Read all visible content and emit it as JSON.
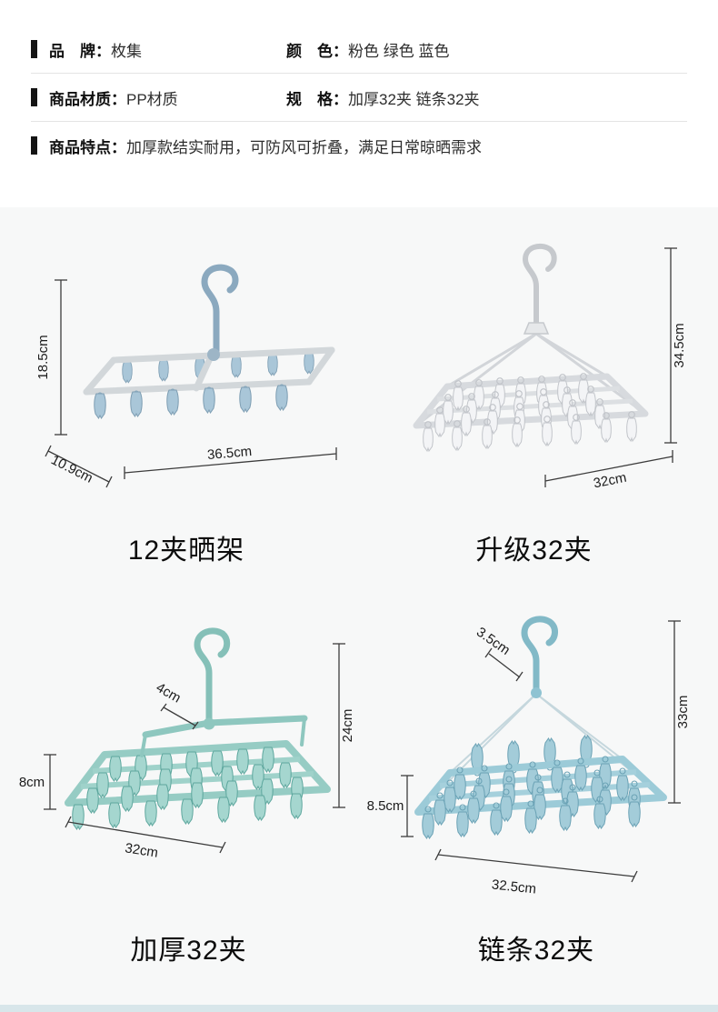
{
  "specs": {
    "rows": [
      {
        "cells": [
          {
            "label": "品　牌：",
            "value": "枚集"
          },
          {
            "label": "颜　色：",
            "value": "粉色 绿色 蓝色"
          }
        ]
      },
      {
        "cells": [
          {
            "label": "商品材质：",
            "value": "PP材质"
          },
          {
            "label": "规　格：",
            "value": "加厚32夹 链条32夹"
          }
        ]
      },
      {
        "cells": [
          {
            "label": "商品特点：",
            "value": "加厚款结实耐用，可防风可折叠，满足日常晾晒需求"
          }
        ]
      }
    ]
  },
  "products": [
    {
      "name": "12夹晒架",
      "accent": "#a9c6d8",
      "dims": {
        "height": "18.5cm",
        "depth": "10.9cm",
        "width": "36.5cm"
      }
    },
    {
      "name": "升级32夹",
      "accent": "#f3f4f6",
      "dims": {
        "height": "34.5cm",
        "width": "32cm"
      }
    },
    {
      "name": "加厚32夹",
      "accent": "#a5d6cf",
      "dims": {
        "hook": "4cm",
        "height": "24cm",
        "side": "8cm",
        "width": "32cm"
      }
    },
    {
      "name": "链条32夹",
      "accent": "#a3ccd9",
      "dims": {
        "hook": "3.5cm",
        "height": "33cm",
        "side": "8.5cm",
        "width": "32.5cm"
      }
    }
  ]
}
